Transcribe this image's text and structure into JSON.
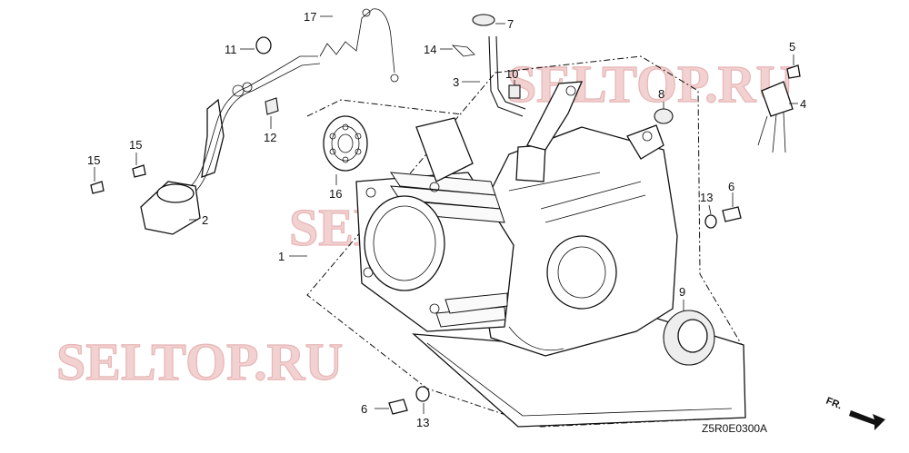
{
  "diagram_code": "Z5R0E0300A",
  "direction_label": "FR.",
  "watermark_text": "SELTOP.RU",
  "callouts": {
    "c1": "1",
    "c2": "2",
    "c3": "3",
    "c4": "4",
    "c5": "5",
    "c6a": "6",
    "c6b": "6",
    "c7": "7",
    "c8": "8",
    "c9": "9",
    "c10": "10",
    "c11": "11",
    "c12": "12",
    "c13a": "13",
    "c13b": "13",
    "c14": "14",
    "c15a": "15",
    "c15b": "15",
    "c16": "16",
    "c17": "17"
  },
  "colors": {
    "line": "#111111",
    "watermark_fill": "#f0c9c9",
    "watermark_stroke": "#e3a9a9"
  }
}
